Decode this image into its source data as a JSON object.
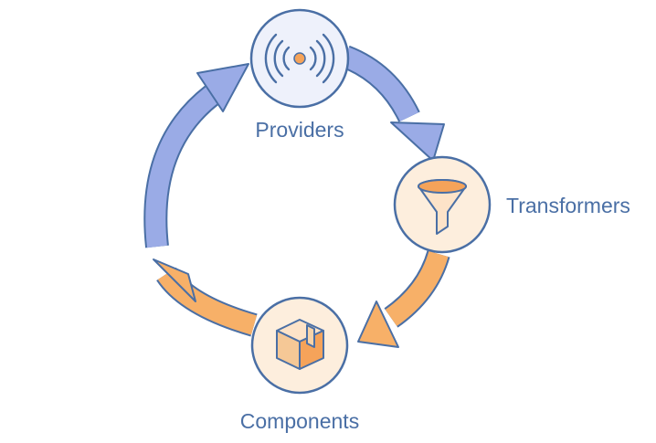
{
  "diagram": {
    "type": "cycle",
    "nodes": [
      {
        "id": "providers",
        "label": "Providers",
        "icon": "signal-broadcast-icon",
        "accent": "#8ea0e0"
      },
      {
        "id": "transformers",
        "label": "Transformers",
        "icon": "funnel-icon",
        "accent": "#f5b06a"
      },
      {
        "id": "components",
        "label": "Components",
        "icon": "box-package-icon",
        "accent": "#f5b06a"
      }
    ],
    "edges": [
      {
        "from": "providers",
        "to": "transformers",
        "color": "#9aabe6"
      },
      {
        "from": "transformers",
        "to": "components",
        "color": "#f7b068"
      },
      {
        "from": "components",
        "to": "providers",
        "color": "#f7b068",
        "color_end": "#9aabe6"
      }
    ]
  },
  "colors": {
    "blue_arrow": "#9aabe6",
    "orange_arrow": "#f7b068",
    "stroke": "#4a6fa5",
    "blue_fill": "#eef1fb",
    "orange_fill": "#fdeedd"
  }
}
